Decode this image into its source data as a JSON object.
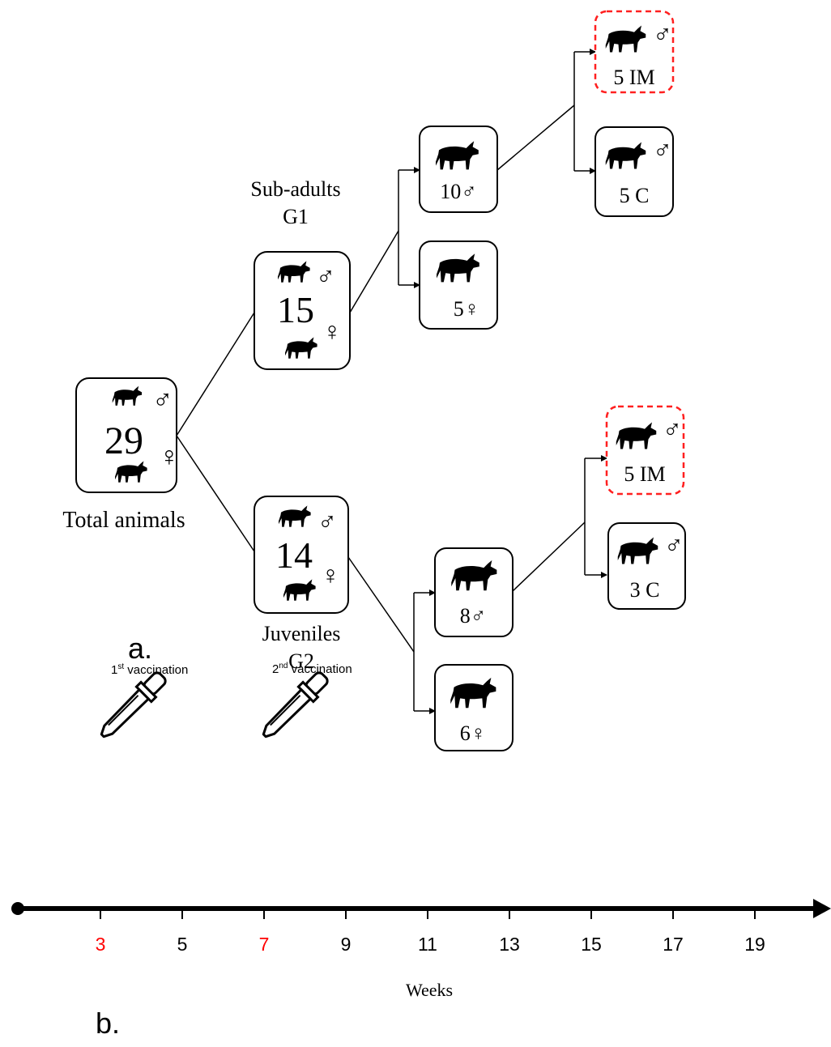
{
  "panel_a": {
    "label": "a.",
    "root": {
      "count": "29",
      "caption": "Total animals"
    },
    "g1": {
      "count": "15",
      "caption_line1": "Sub-adults",
      "caption_line2": "G1"
    },
    "g2": {
      "count": "14",
      "caption_line1": "Juveniles",
      "caption_line2": "G2"
    },
    "g1_male": "10♂",
    "g1_female": "5♀",
    "g1_im": "5 IM",
    "g1_c": "5 C",
    "g2_male": "8♂",
    "g2_female": "6♀",
    "g2_im": "5 IM",
    "g2_c": "3 C",
    "male_symbol": "♂",
    "female_symbol": "♀",
    "highlight_color": "#ff2020"
  },
  "panel_b": {
    "label": "b.",
    "axis_label": "Weeks",
    "ticks": [
      "3",
      "5",
      "7",
      "9",
      "11",
      "13",
      "15",
      "17",
      "19"
    ],
    "vaccination_weeks": [
      "3",
      "7"
    ],
    "vaccination_color": "#ff0000",
    "vaccinations": [
      {
        "base": "1",
        "sup": "st",
        "text": " vaccination"
      },
      {
        "base": "2",
        "sup": "nd",
        "text": " vaccination"
      }
    ]
  },
  "icons": {
    "animal": "animal-silhouette-icon",
    "dropper": "dropper-icon"
  }
}
